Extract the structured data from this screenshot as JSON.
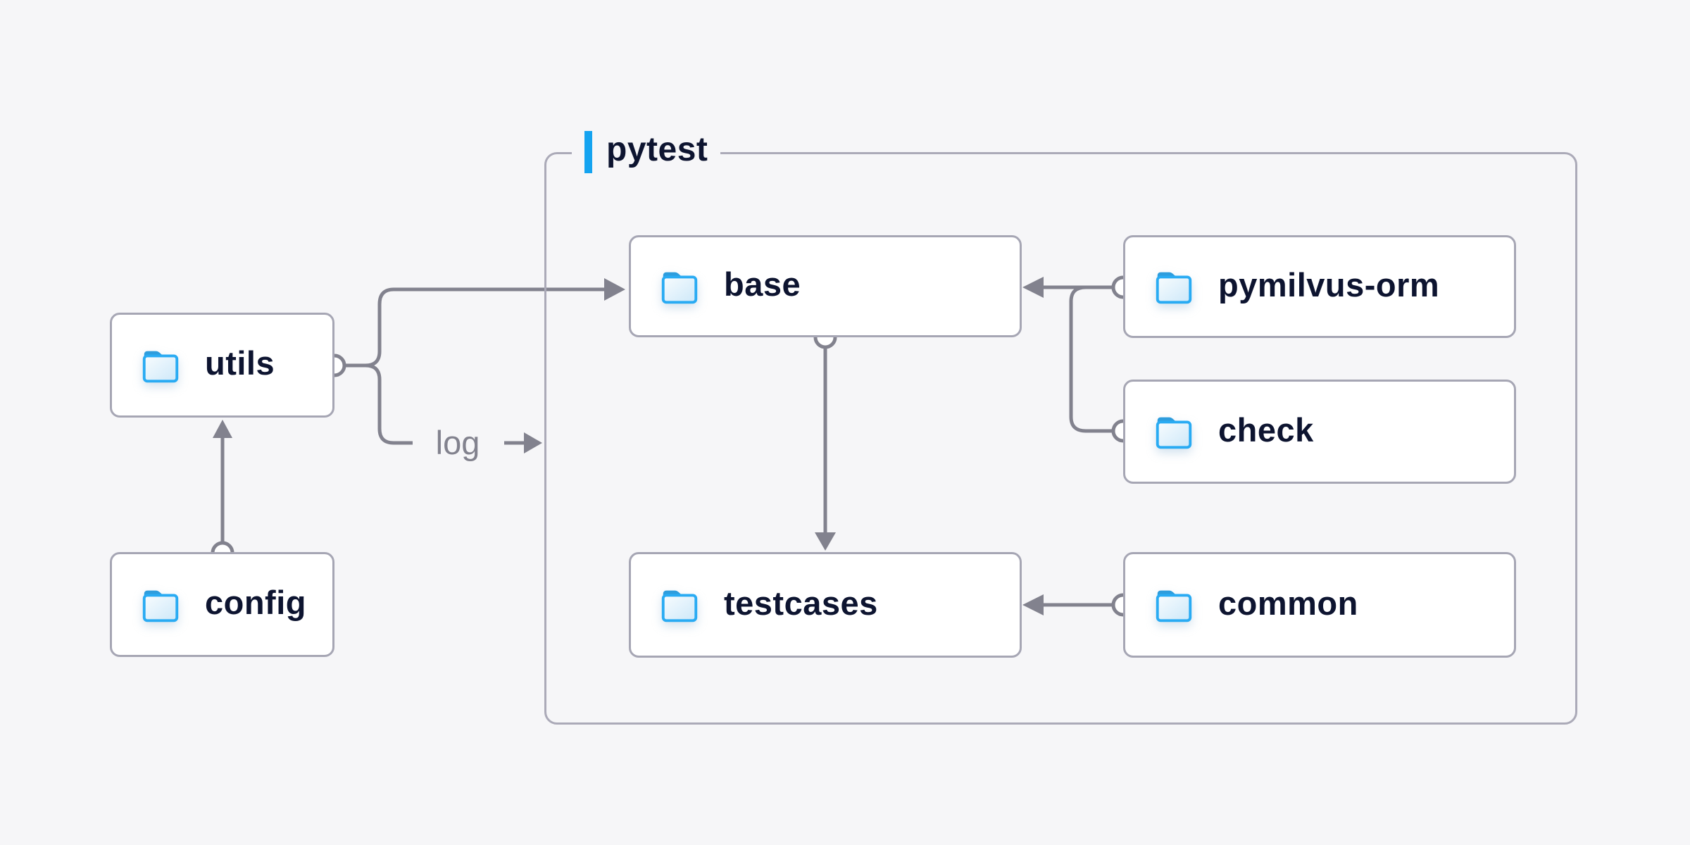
{
  "diagram": {
    "container": {
      "label": "pytest"
    },
    "nodes": {
      "utils": {
        "label": "utils"
      },
      "config": {
        "label": "config"
      },
      "base": {
        "label": "base"
      },
      "pymilvus_orm": {
        "label": "pymilvus-orm"
      },
      "check": {
        "label": "check"
      },
      "testcases": {
        "label": "testcases"
      },
      "common": {
        "label": "common"
      }
    },
    "edges": [
      {
        "from": "config",
        "to": "utils",
        "label": ""
      },
      {
        "from": "utils",
        "to": "base",
        "label": ""
      },
      {
        "from": "utils",
        "to": "pytest",
        "label": "log"
      },
      {
        "from": "pymilvus-orm",
        "to": "base",
        "label": ""
      },
      {
        "from": "check",
        "to": "base",
        "label": ""
      },
      {
        "from": "base",
        "to": "testcases",
        "label": ""
      },
      {
        "from": "common",
        "to": "testcases",
        "label": ""
      }
    ],
    "icons": {
      "node_icon": "folder-icon"
    },
    "colors": {
      "background": "#f6f6f8",
      "node_fill": "#ffffff",
      "node_border": "#a6a6b4",
      "group_border": "#abaab8",
      "connector": "#82828e",
      "text": "#0d1430",
      "edge_label_text": "#82828e",
      "accent_blue": "#14a3f0",
      "folder_outline": "#29abf3",
      "folder_tab": "#2e9ddd"
    }
  }
}
